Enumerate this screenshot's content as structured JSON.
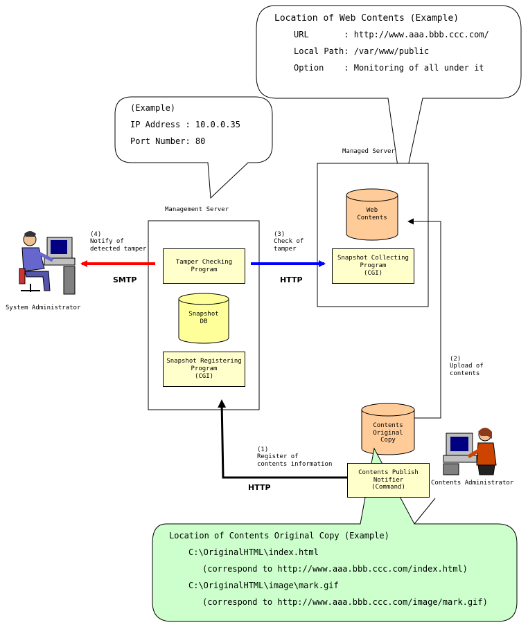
{
  "web_contents_callout": {
    "title": "Location of Web Contents (Example)",
    "lines": [
      "URL       : http://www.aaa.bbb.ccc.com/",
      "Local Path: /var/www/public",
      "Option    : Monitoring of all under it"
    ]
  },
  "server_callout": {
    "title": "(Example)",
    "lines": [
      "IP Address : 10.0.0.35",
      "Port Number: 80"
    ]
  },
  "management_server": {
    "label": "Management Server",
    "tamper_checking": "Tamper Checking\nProgram",
    "snapshot_db": "Snapshot\nDB",
    "snapshot_registering": "Snapshot Registering\nProgram\n(CGI)"
  },
  "managed_server": {
    "label": "Managed Server",
    "web_contents": "Web\nContents",
    "snapshot_collecting": "Snapshot Collecting\nProgram\n(CGI)"
  },
  "contents_original_copy": "Contents\nOriginal\nCopy",
  "publish_notifier": "Contents Publish\nNotifier\n(Command)",
  "actors": {
    "system_admin": "System Administrator",
    "contents_admin": "Contents Administrator"
  },
  "flows": {
    "step4": "(4)\nNotify of\ndetected tamper",
    "step4_protocol": "SMTP",
    "step3": "(3)\nCheck of\ntamper",
    "step3_protocol": "HTTP",
    "step2": "(2)\nUpload of\ncontents",
    "step1": "(1)\nRegister of\ncontents information",
    "step1_protocol": "HTTP"
  },
  "original_copy_callout": {
    "title": "Location of Contents Original Copy (Example)",
    "lines": [
      "C:\\OriginalHTML\\index.html",
      "(correspond to http://www.aaa.bbb.ccc.com/index.html)",
      "C:\\OriginalHTML\\image\\mark.gif",
      "(correspond to http://www.aaa.bbb.ccc.com/image/mark.gif)"
    ]
  },
  "colors": {
    "yellow_box": "#ffffcc",
    "cylinder_yellow": "#ffff99",
    "cylinder_orange": "#ffcc99",
    "callout_green": "#ccffcc",
    "arrow_red": "#ff0000",
    "arrow_blue": "#0000ff",
    "arrow_black": "#000000"
  }
}
